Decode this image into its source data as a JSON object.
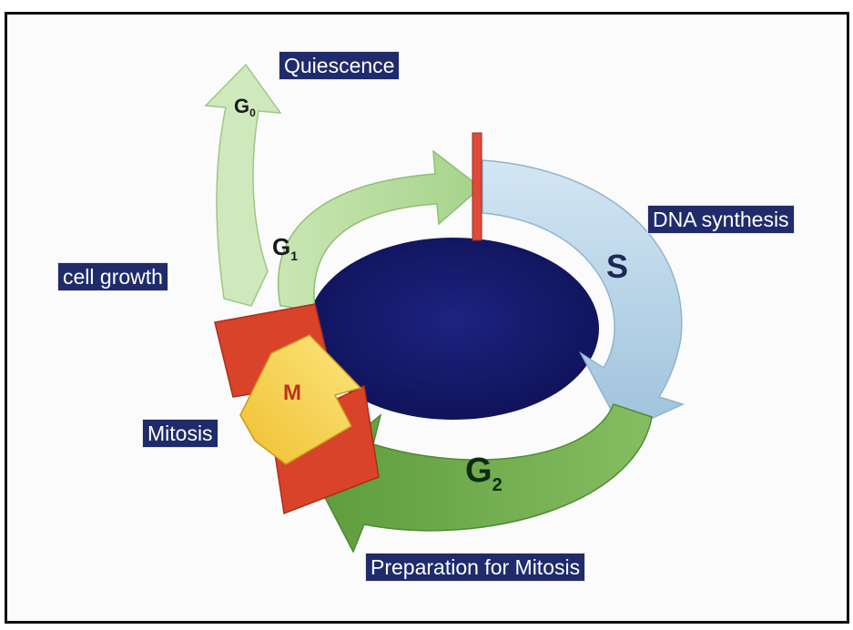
{
  "labels": {
    "quiescence": "Quiescence",
    "dna_synthesis": "DNA synthesis",
    "cell_growth": "cell growth",
    "mitosis": "Mitosis",
    "preparation_for_mitosis": "Preparation for Mitosis"
  },
  "phases": {
    "g0": {
      "letter": "G",
      "subscript": "0"
    },
    "g1": {
      "letter": "G",
      "subscript": "1"
    },
    "s": {
      "letter": "S"
    },
    "g2": {
      "letter": "G",
      "subscript": "2"
    },
    "m": {
      "letter": "M"
    }
  },
  "colors": {
    "label_bg": "#1f2b6b",
    "center_disc": "#15196a",
    "g1_arrow": "#b8dca0",
    "g0_arrow": "#cfe9bd",
    "s_arrow": "#b9d4e8",
    "g2_arrow": "#6da84a",
    "m_arrow": "#f4d343",
    "m_blocks": "#d9432a",
    "checkpoint_bar": "#e04a3a"
  }
}
